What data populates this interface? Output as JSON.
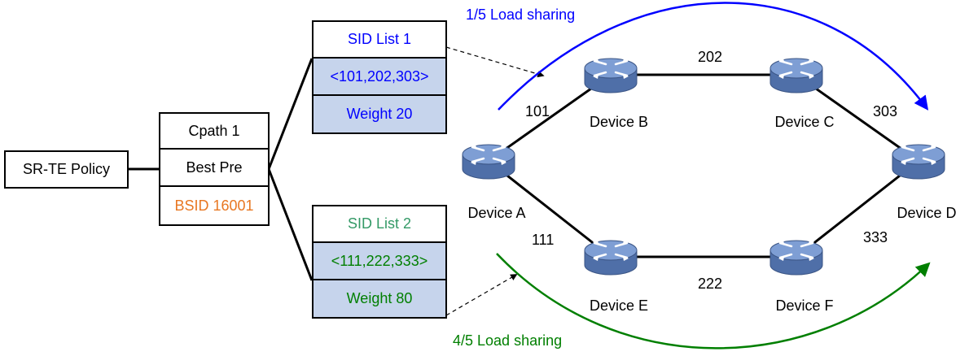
{
  "colors": {
    "blue": "#0000ff",
    "green": "#007f00",
    "sid2_label": "#339966",
    "orange": "#e87722",
    "cell_fill": "#c6d4ec",
    "router_body": "#4f6fa8",
    "router_top": "#7e9ed4"
  },
  "policy": {
    "label": "SR-TE Policy"
  },
  "cpath": {
    "name": "Cpath 1",
    "preference": "Best Pre",
    "bsid": "BSID 16001"
  },
  "sid_lists": [
    {
      "name": "SID List 1",
      "sids": "<101,202,303>",
      "weight": "Weight 20"
    },
    {
      "name": "SID List 2",
      "sids": "<111,222,333>",
      "weight": "Weight 80"
    }
  ],
  "load_sharing": {
    "upper": "1/5 Load sharing",
    "lower": "4/5 Load sharing"
  },
  "devices": [
    "Device A",
    "Device B",
    "Device C",
    "Device D",
    "Device E",
    "Device F"
  ],
  "links": [
    "101",
    "202",
    "303",
    "111",
    "222",
    "333"
  ]
}
